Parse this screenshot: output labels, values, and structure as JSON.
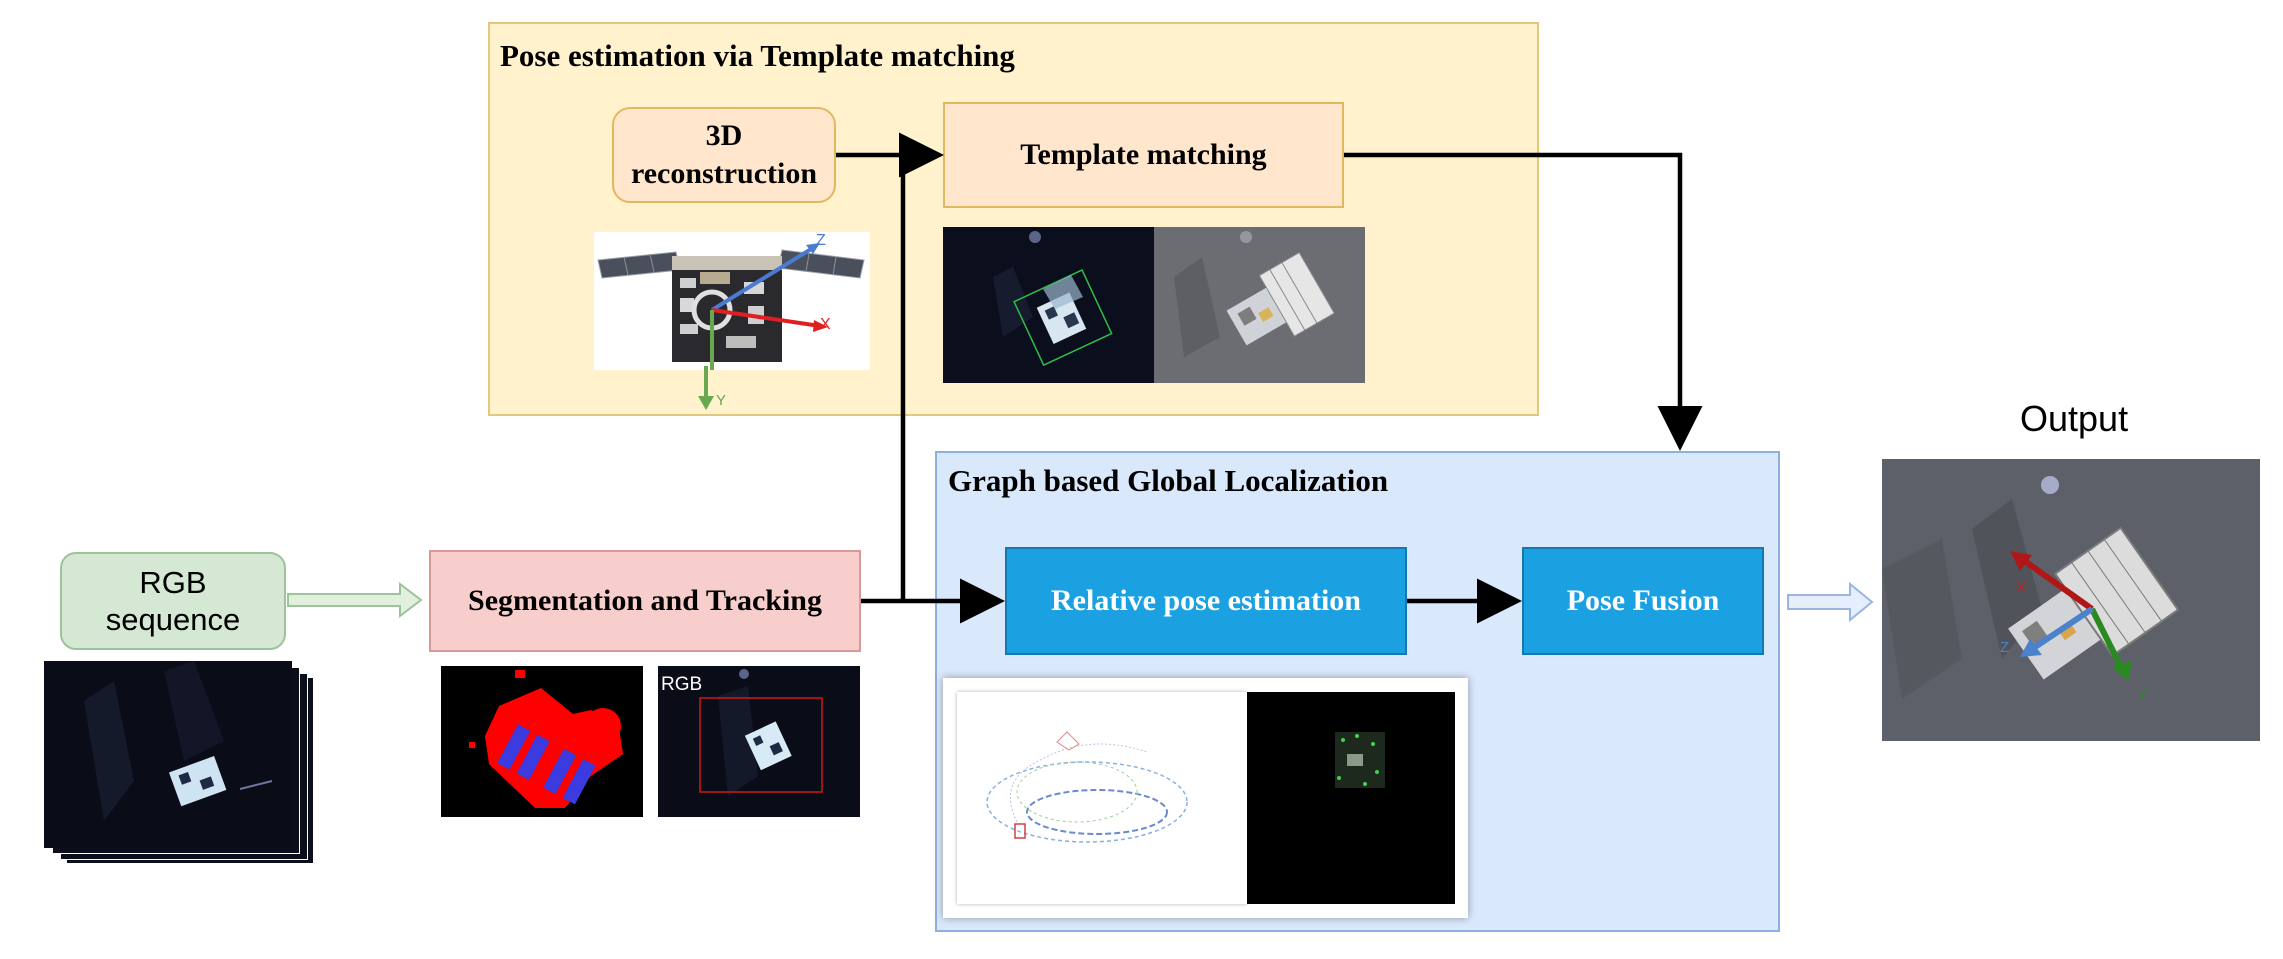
{
  "groups": {
    "template": {
      "title": "Pose estimation via Template matching"
    },
    "graph": {
      "title": "Graph based Global Localization"
    }
  },
  "nodes": {
    "rgb_sequence": {
      "line1": "RGB",
      "line2": "sequence"
    },
    "segmentation": {
      "label": "Segmentation and Tracking"
    },
    "reconstruction": {
      "line1": "3D",
      "line2": "reconstruction"
    },
    "template_matching": {
      "label": "Template matching"
    },
    "relative_pose": {
      "label": "Relative pose estimation"
    },
    "pose_fusion": {
      "label": "Pose Fusion"
    }
  },
  "output": {
    "label": "Output"
  },
  "images": {
    "rgb_frame_tag": "RGB",
    "axis_x": "X",
    "axis_y": "Y",
    "axis_z": "Z"
  },
  "colors": {
    "template_group_fill": "#fff2cc",
    "template_group_border": "#d6b656",
    "graph_group_fill": "#dae8fc",
    "graph_group_border": "#6c8ebf",
    "rgb_node_fill": "#d5e8d4",
    "seg_node_fill": "#f8cecc",
    "recon_node_fill": "#ffe6cc",
    "blue_node_fill": "#1ba1e2"
  }
}
